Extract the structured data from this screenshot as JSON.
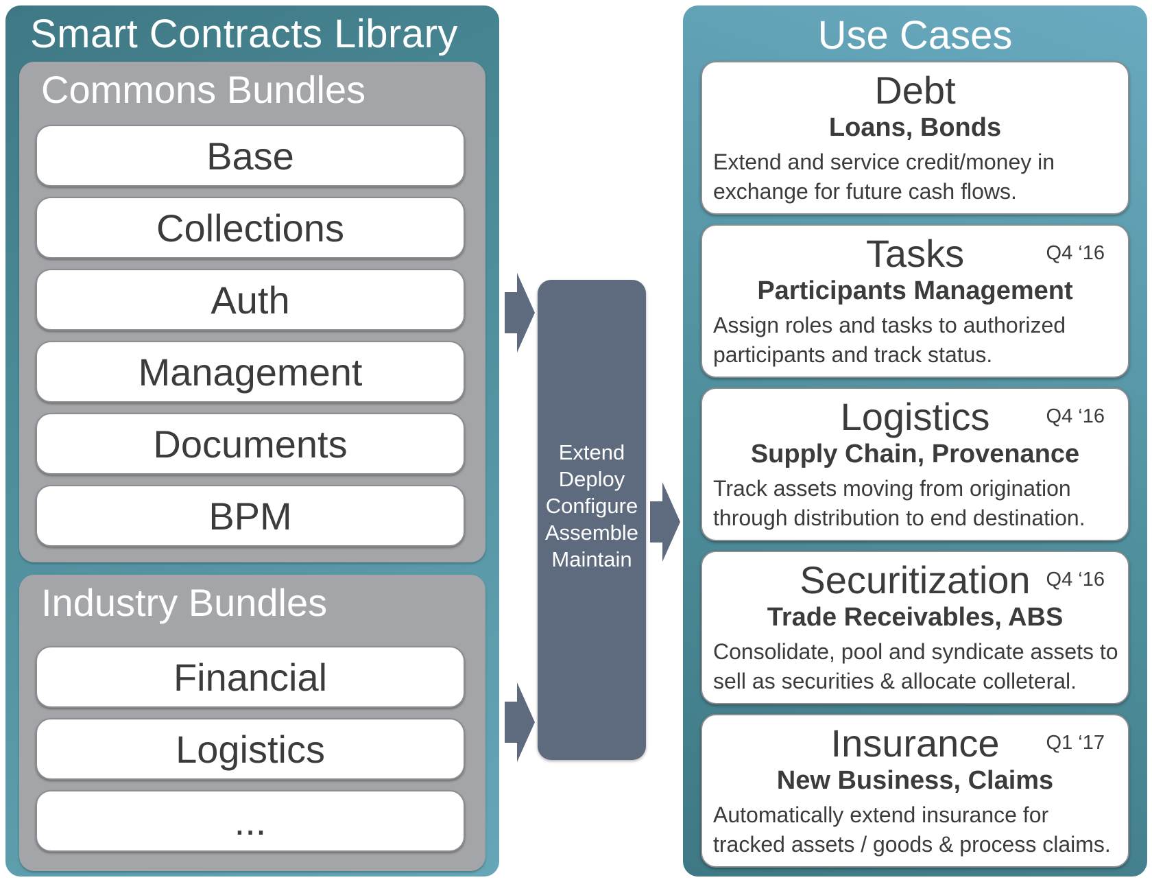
{
  "library": {
    "title": "Smart Contracts Library",
    "commons": {
      "title": "Commons Bundles",
      "items": [
        "Base",
        "Collections",
        "Auth",
        "Management",
        "Documents",
        "BPM"
      ]
    },
    "industry": {
      "title": "Industry Bundles",
      "items": [
        "Financial",
        "Logistics",
        "..."
      ]
    }
  },
  "process": {
    "steps": [
      "Extend",
      "Deploy",
      "Configure",
      "Assemble",
      "Maintain"
    ]
  },
  "use_cases": {
    "title": "Use Cases",
    "cards": [
      {
        "title": "Debt",
        "date": "",
        "subtitle": "Loans, Bonds",
        "description": "Extend and service credit/money in exchange for future cash flows."
      },
      {
        "title": "Tasks",
        "date": "Q4 ‘16",
        "subtitle": "Participants Management",
        "description": "Assign roles and tasks to authorized participants and track status."
      },
      {
        "title": "Logistics",
        "date": "Q4 ‘16",
        "subtitle": "Supply Chain, Provenance",
        "description": "Track assets moving from origination through distribution to end destination."
      },
      {
        "title": "Securitization",
        "date": "Q4 ‘16",
        "subtitle": "Trade Receivables, ABS",
        "description": "Consolidate, pool and syndicate assets to sell as securities & allocate colleteral."
      },
      {
        "title": "Insurance",
        "date": "Q1 ‘17",
        "subtitle": "New Business, Claims",
        "description": "Automatically extend insurance for tracked assets / goods & process claims."
      }
    ]
  },
  "colors": {
    "panel_teal": "#4f8f9c",
    "bundle_gray": "#a4a5a8",
    "process_slate": "#5e6a7d",
    "text_dark": "#3b3b3b"
  }
}
